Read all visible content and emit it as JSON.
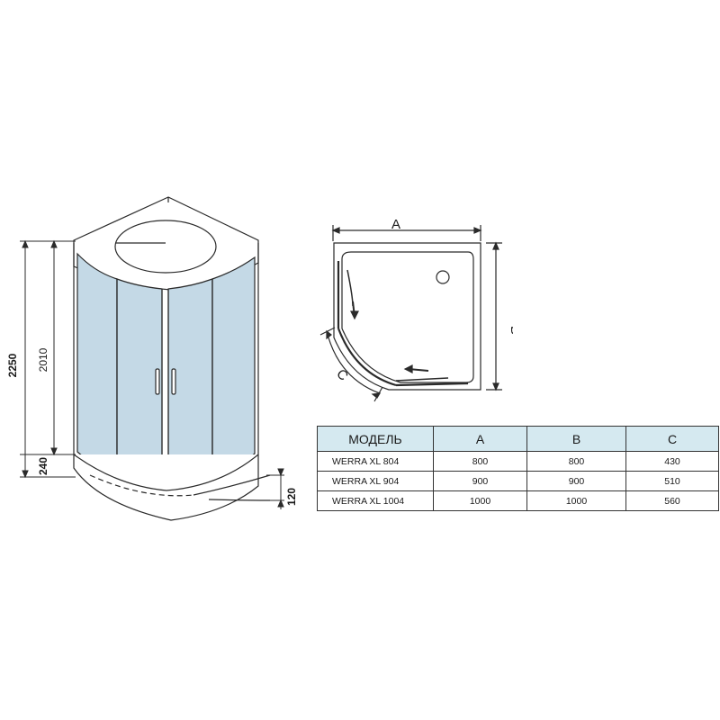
{
  "dimensions": {
    "total_height": "2250",
    "cabin_height": "2010",
    "base_height": "240",
    "tray_height": "120"
  },
  "plan": {
    "label_a": "A",
    "label_b": "B",
    "label_c": "C"
  },
  "colors": {
    "glass": "#c4d9e6",
    "table_header": "#d5e9f0",
    "line": "#2a2a2a"
  },
  "table": {
    "headers": [
      "МОДЕЛЬ",
      "A",
      "B",
      "C"
    ],
    "rows": [
      [
        "WERRA XL 804",
        "800",
        "800",
        "430"
      ],
      [
        "WERRA XL 904",
        "900",
        "900",
        "510"
      ],
      [
        "WERRA XL 1004",
        "1000",
        "1000",
        "560"
      ]
    ]
  }
}
